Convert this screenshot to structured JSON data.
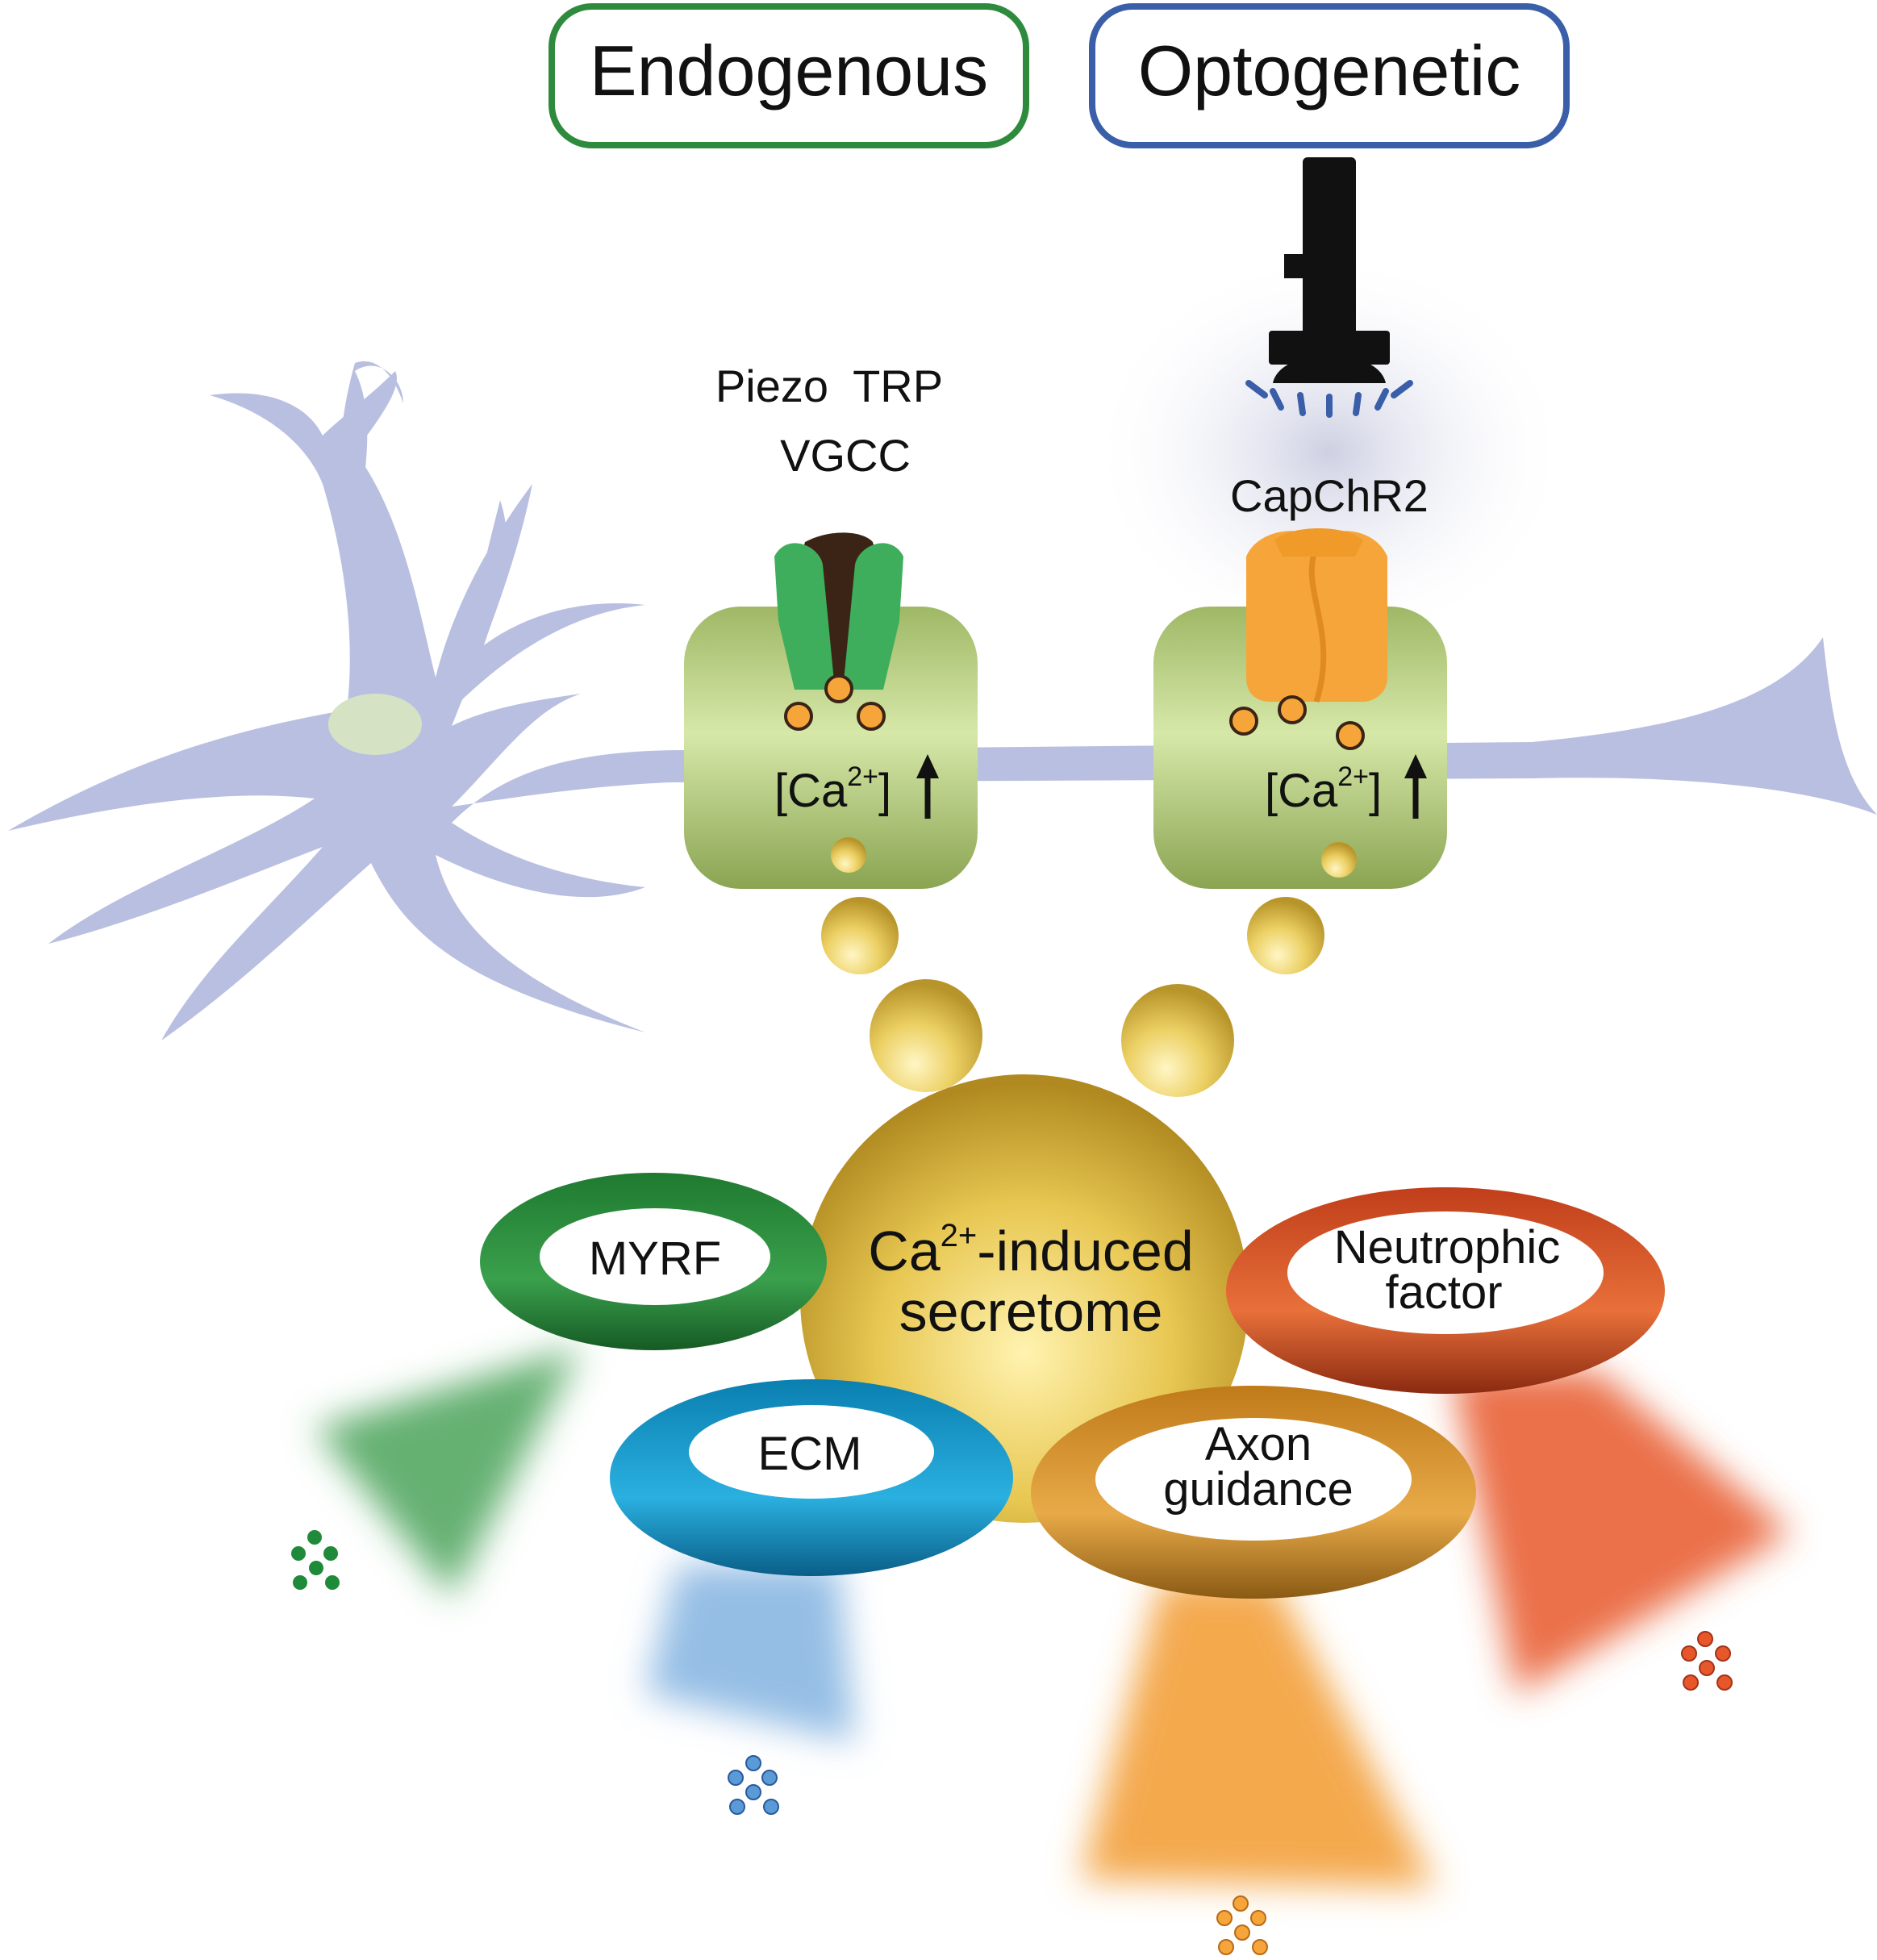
{
  "boxes": {
    "endogenous": {
      "label": "Endogenous",
      "color": "#2e8b3e"
    },
    "optogenetic": {
      "label": "Optogenetic",
      "color": "#3a5fa8"
    }
  },
  "channels": {
    "left_line1": "Piezo  TRP",
    "left_line2": "VGCC",
    "right": "CapChR2"
  },
  "calcium": {
    "base": "[Ca",
    "sup": "2+",
    "close": "]"
  },
  "core": {
    "line1_base": "Ca",
    "line1_sup": "2+",
    "line1_rest": "-induced",
    "line2": "secretome"
  },
  "rings": {
    "myrf": {
      "label": "MYRF",
      "color": "#1e7a34"
    },
    "ecm": {
      "label": "ECM",
      "color": "#0a86b8"
    },
    "axon_line1": "Axon",
    "axon_line2": "guidance",
    "axon_color": "#c8821e",
    "neuro_line1": "Neutrophic",
    "neuro_line2": "factor",
    "neuro_color": "#c8401e"
  },
  "cell_color": "#b9bfe0",
  "vesicle_color": "#e9c94a"
}
